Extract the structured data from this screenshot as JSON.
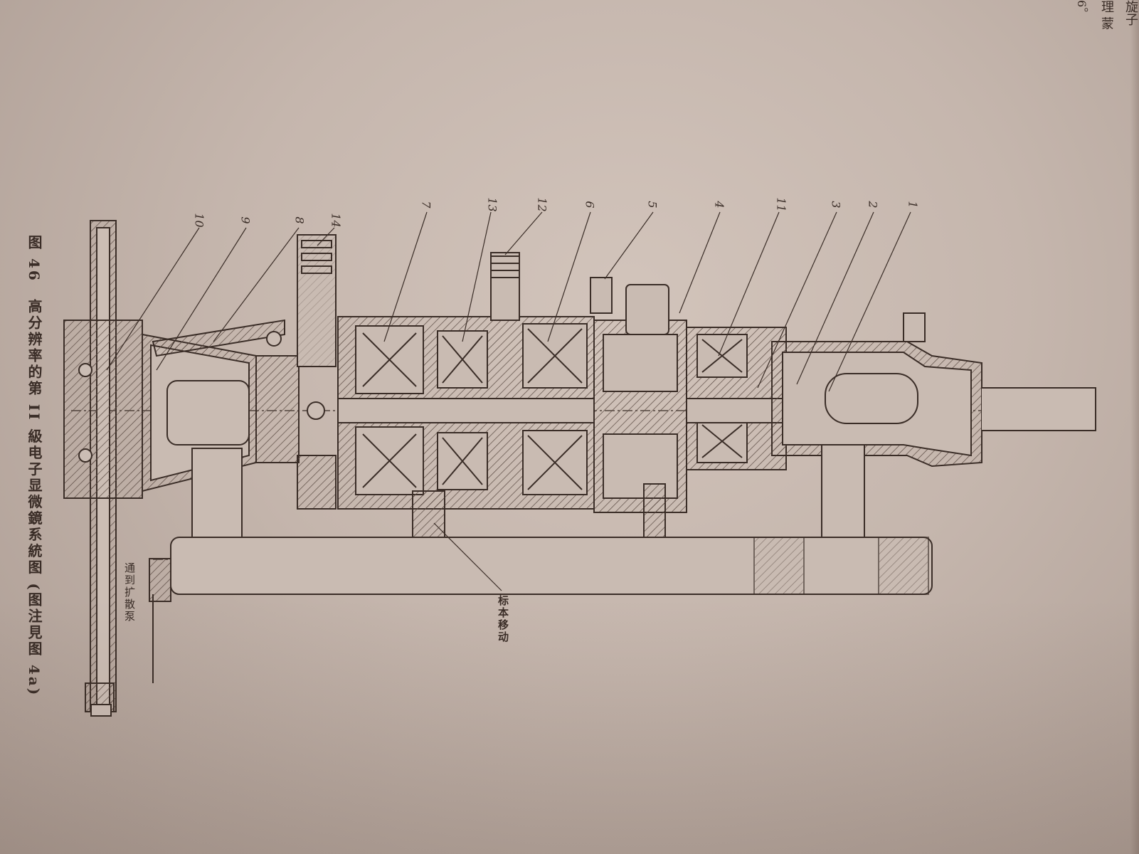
{
  "caption": "图 46　高分辨率的第 II 級电子显微鏡系統图 (图注見图 4a)",
  "label_exhaust": "通到扩散泵",
  "label_specimen_stage": "标本移动",
  "callouts": [
    "1",
    "2",
    "3",
    "11",
    "4",
    "5",
    "6",
    "12",
    "13",
    "7",
    "14",
    "8",
    "9",
    "10"
  ],
  "margin_text": [
    "旋子",
    "理 蒙",
    "6。"
  ],
  "colors": {
    "paper": "#c9bbb2",
    "ink": "#3a2d27",
    "hatch": "#5a4a42"
  }
}
